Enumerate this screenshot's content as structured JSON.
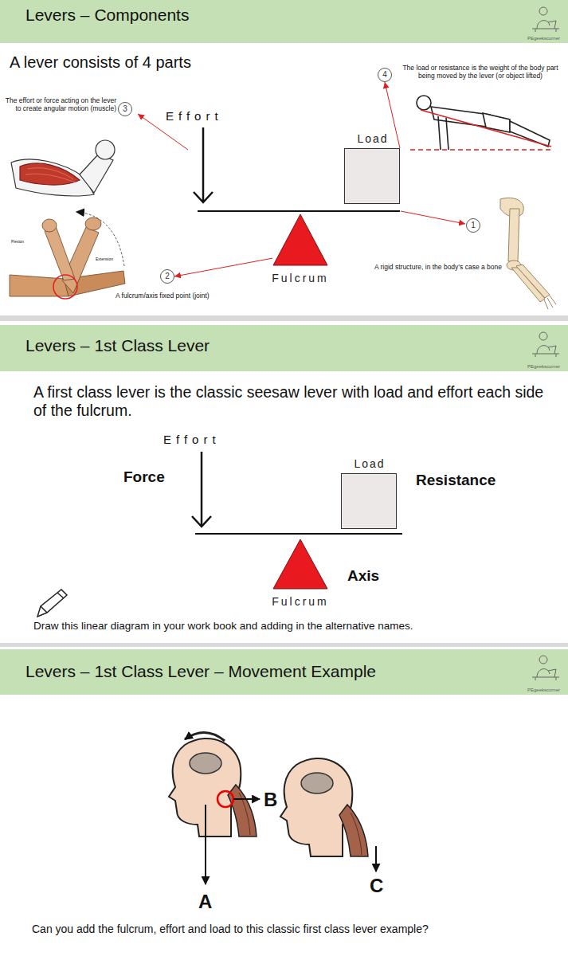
{
  "diagram": {
    "nodes": [
      {
        "text": [
          "Levers – Components",
          "PEgeekscorner"
        ]
      },
      {
        "text": [
          "4"
        ]
      },
      {
        "text": [
          "3"
        ]
      },
      {
        "text": [
          "Load"
        ]
      },
      {
        "text": [
          "1"
        ]
      },
      {
        "text": [
          "Fulcrum"
        ]
      },
      {
        "text": [
          "2"
        ]
      },
      {
        "text": [
          "Levers – 1st Class Lever",
          "PEgeekscorner"
        ]
      },
      {
        "text": [
          "Load"
        ]
      },
      {
        "text": [
          "Fulcrum"
        ]
      },
      {
        "text": [
          "Levers – 1st Class Lever – Movement Example",
          "PEgeekscorner"
        ]
      }
    ],
    "edges": [
      {
        "from": 3,
        "to": 1,
        "arrow": "to"
      },
      {
        "from": 5,
        "to": 6,
        "arrow": "to"
      }
    ],
    "labels": [
      "A lever consists of 4 parts",
      "The effort or force acting on the lever to create angular motion (muscle)",
      "Effort",
      "The load or resistance is the weight of the body part being moved by the lever (or object lifted)",
      "Flexion",
      "Extension",
      "A fulcrum/axis fixed point (joint)",
      "A rigid structure, in the body’s case a bone",
      "A first class lever is the classic seesaw lever with load and effort each side of the fulcrum.",
      "Effort",
      "Force",
      "Resistance",
      "Axis",
      "Draw this linear diagram in your work book and adding in the alternative names.",
      "A",
      "B",
      "C",
      "Can you add the fulcrum, effort and load to this classic first class lever example?"
    ]
  }
}
